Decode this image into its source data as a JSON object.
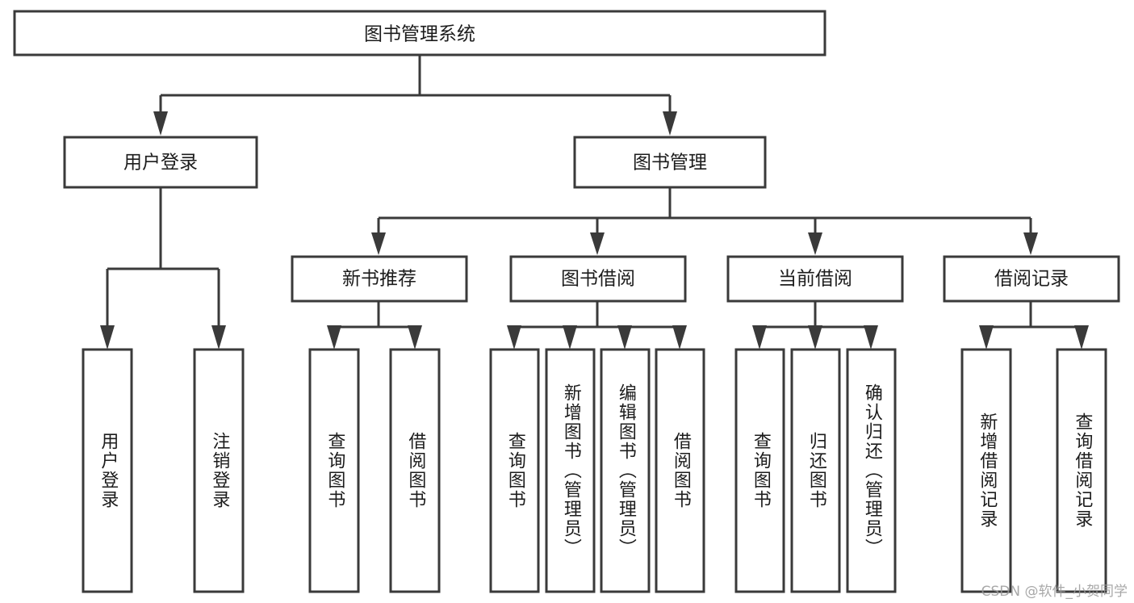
{
  "diagram": {
    "title_node": {
      "label": "图书管理系统"
    },
    "level1": [
      {
        "id": "user-login",
        "label": "用户登录"
      },
      {
        "id": "book-management",
        "label": "图书管理"
      }
    ],
    "level2": [
      {
        "id": "new-book-recommend",
        "label": "新书推荐",
        "parent": "book-management"
      },
      {
        "id": "book-borrow",
        "label": "图书借阅",
        "parent": "book-management"
      },
      {
        "id": "current-borrow",
        "label": "当前借阅",
        "parent": "book-management"
      },
      {
        "id": "borrow-record",
        "label": "借阅记录",
        "parent": "book-management"
      }
    ],
    "leaves": {
      "user-login": [
        {
          "id": "leaf-user-login",
          "label": "用户登录"
        },
        {
          "id": "leaf-user-logout",
          "label": "注销登录"
        }
      ],
      "new-book-recommend": [
        {
          "id": "leaf-query-book-1",
          "label": "查询图书"
        },
        {
          "id": "leaf-borrow-book-1",
          "label": "借阅图书"
        }
      ],
      "book-borrow": [
        {
          "id": "leaf-query-book-2",
          "label": "查询图书"
        },
        {
          "id": "leaf-add-book",
          "label": "新增图书（管理员）"
        },
        {
          "id": "leaf-edit-book",
          "label": "编辑图书（管理员）"
        },
        {
          "id": "leaf-borrow-book-2",
          "label": "借阅图书"
        }
      ],
      "current-borrow": [
        {
          "id": "leaf-query-book-3",
          "label": "查询图书"
        },
        {
          "id": "leaf-return-book",
          "label": "归还图书"
        },
        {
          "id": "leaf-confirm-return",
          "label": "确认归还（管理员）"
        }
      ],
      "borrow-record": [
        {
          "id": "leaf-add-record",
          "label": "新增借阅记录"
        },
        {
          "id": "leaf-query-record",
          "label": "查询借阅记录"
        }
      ]
    }
  },
  "watermark": {
    "text": "CSDN @软件_小贺同学"
  },
  "colors": {
    "box_stroke": "#3a3a3a",
    "box_fill": "#ffffff",
    "text": "#1c1c1c",
    "watermark_text": "#9a9a9a",
    "background": "#ffffff"
  }
}
